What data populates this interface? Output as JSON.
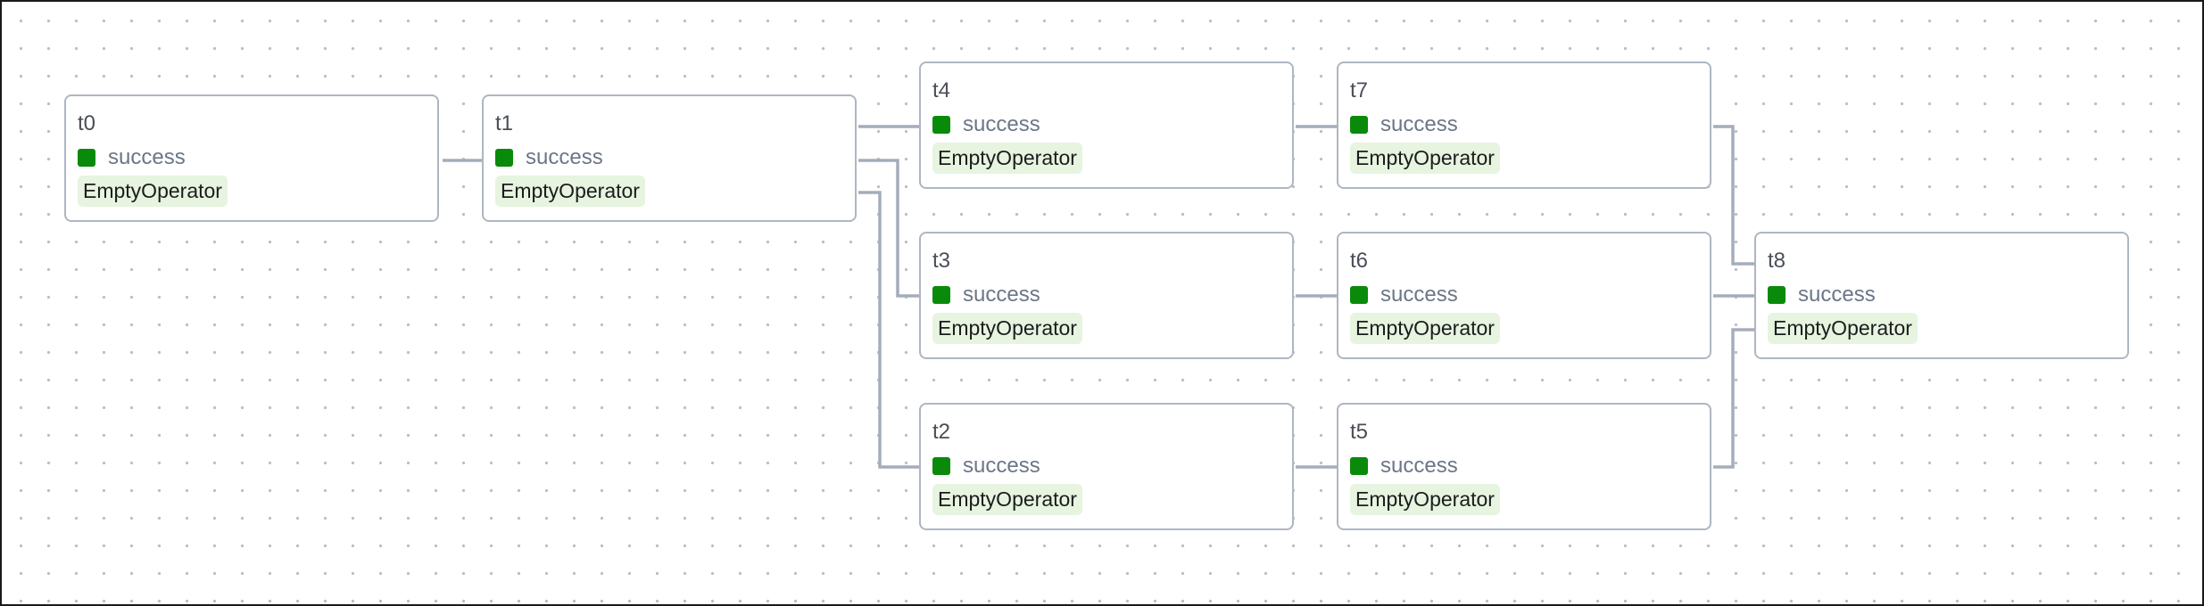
{
  "graph": {
    "background_color": "#ffffff",
    "dot_color": "#b9bfc8",
    "edge_color": "#a5adbb",
    "success_color": "#0a8a0a",
    "operator_badge_color": "#e6f4e0",
    "nodes": [
      {
        "id": "t0",
        "state": "success",
        "operator": "EmptyOperator"
      },
      {
        "id": "t1",
        "state": "success",
        "operator": "EmptyOperator"
      },
      {
        "id": "t4",
        "state": "success",
        "operator": "EmptyOperator"
      },
      {
        "id": "t7",
        "state": "success",
        "operator": "EmptyOperator"
      },
      {
        "id": "t3",
        "state": "success",
        "operator": "EmptyOperator"
      },
      {
        "id": "t6",
        "state": "success",
        "operator": "EmptyOperator"
      },
      {
        "id": "t8",
        "state": "success",
        "operator": "EmptyOperator"
      },
      {
        "id": "t2",
        "state": "success",
        "operator": "EmptyOperator"
      },
      {
        "id": "t5",
        "state": "success",
        "operator": "EmptyOperator"
      }
    ],
    "edges": [
      {
        "from": "t0",
        "to": "t1"
      },
      {
        "from": "t1",
        "to": "t4"
      },
      {
        "from": "t1",
        "to": "t3"
      },
      {
        "from": "t1",
        "to": "t2"
      },
      {
        "from": "t4",
        "to": "t7"
      },
      {
        "from": "t3",
        "to": "t6"
      },
      {
        "from": "t2",
        "to": "t5"
      },
      {
        "from": "t7",
        "to": "t8"
      },
      {
        "from": "t6",
        "to": "t8"
      },
      {
        "from": "t5",
        "to": "t8"
      }
    ]
  }
}
